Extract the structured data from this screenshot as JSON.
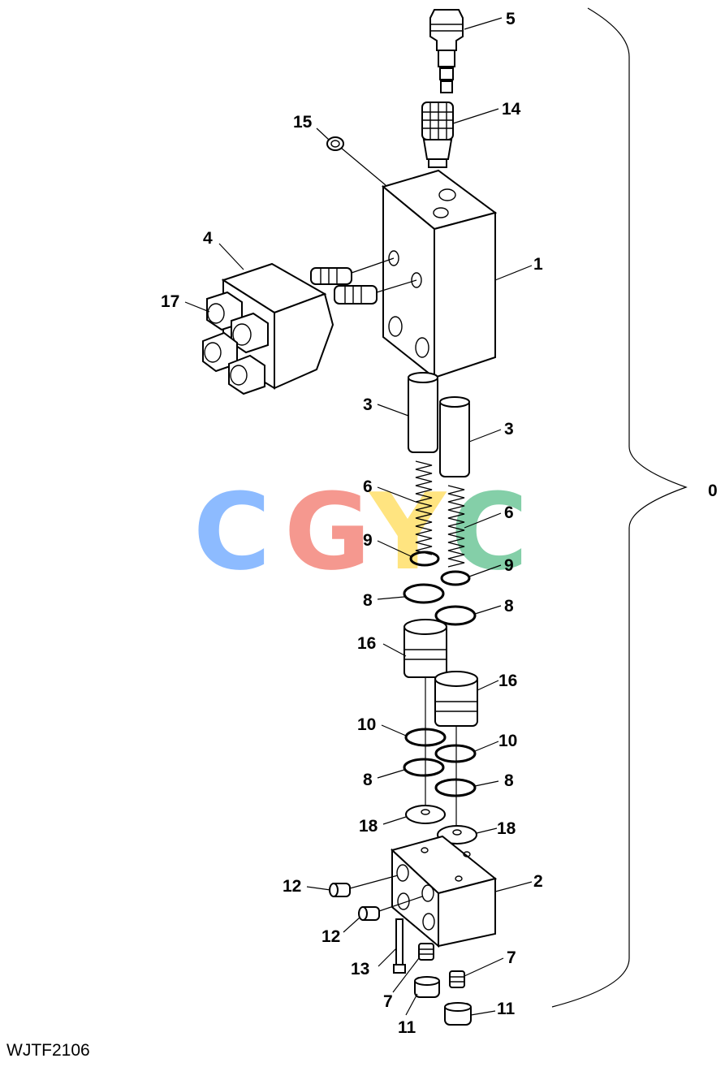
{
  "figure_code": "WJTF2106",
  "watermark": {
    "letters": [
      "C",
      "G",
      "Y",
      "C"
    ],
    "colors": [
      "#7ab0ff",
      "#f4877c",
      "#ffe06a",
      "#6fc79a"
    ]
  },
  "callouts": [
    {
      "id": "c5",
      "text": "5"
    },
    {
      "id": "c14",
      "text": "14"
    },
    {
      "id": "c15",
      "text": "15"
    },
    {
      "id": "c4",
      "text": "4"
    },
    {
      "id": "c1",
      "text": "1"
    },
    {
      "id": "c17",
      "text": "17"
    },
    {
      "id": "c3a",
      "text": "3"
    },
    {
      "id": "c3b",
      "text": "3"
    },
    {
      "id": "c6a",
      "text": "6"
    },
    {
      "id": "c6b",
      "text": "6"
    },
    {
      "id": "c9a",
      "text": "9"
    },
    {
      "id": "c9b",
      "text": "9"
    },
    {
      "id": "c8a",
      "text": "8"
    },
    {
      "id": "c8b",
      "text": "8"
    },
    {
      "id": "c16a",
      "text": "16"
    },
    {
      "id": "c16b",
      "text": "16"
    },
    {
      "id": "c10a",
      "text": "10"
    },
    {
      "id": "c10b",
      "text": "10"
    },
    {
      "id": "c8c",
      "text": "8"
    },
    {
      "id": "c8d",
      "text": "8"
    },
    {
      "id": "c18a",
      "text": "18"
    },
    {
      "id": "c18b",
      "text": "18"
    },
    {
      "id": "c2",
      "text": "2"
    },
    {
      "id": "c12a",
      "text": "12"
    },
    {
      "id": "c12b",
      "text": "12"
    },
    {
      "id": "c13",
      "text": "13"
    },
    {
      "id": "c7a",
      "text": "7"
    },
    {
      "id": "c7b",
      "text": "7"
    },
    {
      "id": "c11a",
      "text": "11"
    },
    {
      "id": "c11b",
      "text": "11"
    },
    {
      "id": "c0",
      "text": "0"
    }
  ]
}
